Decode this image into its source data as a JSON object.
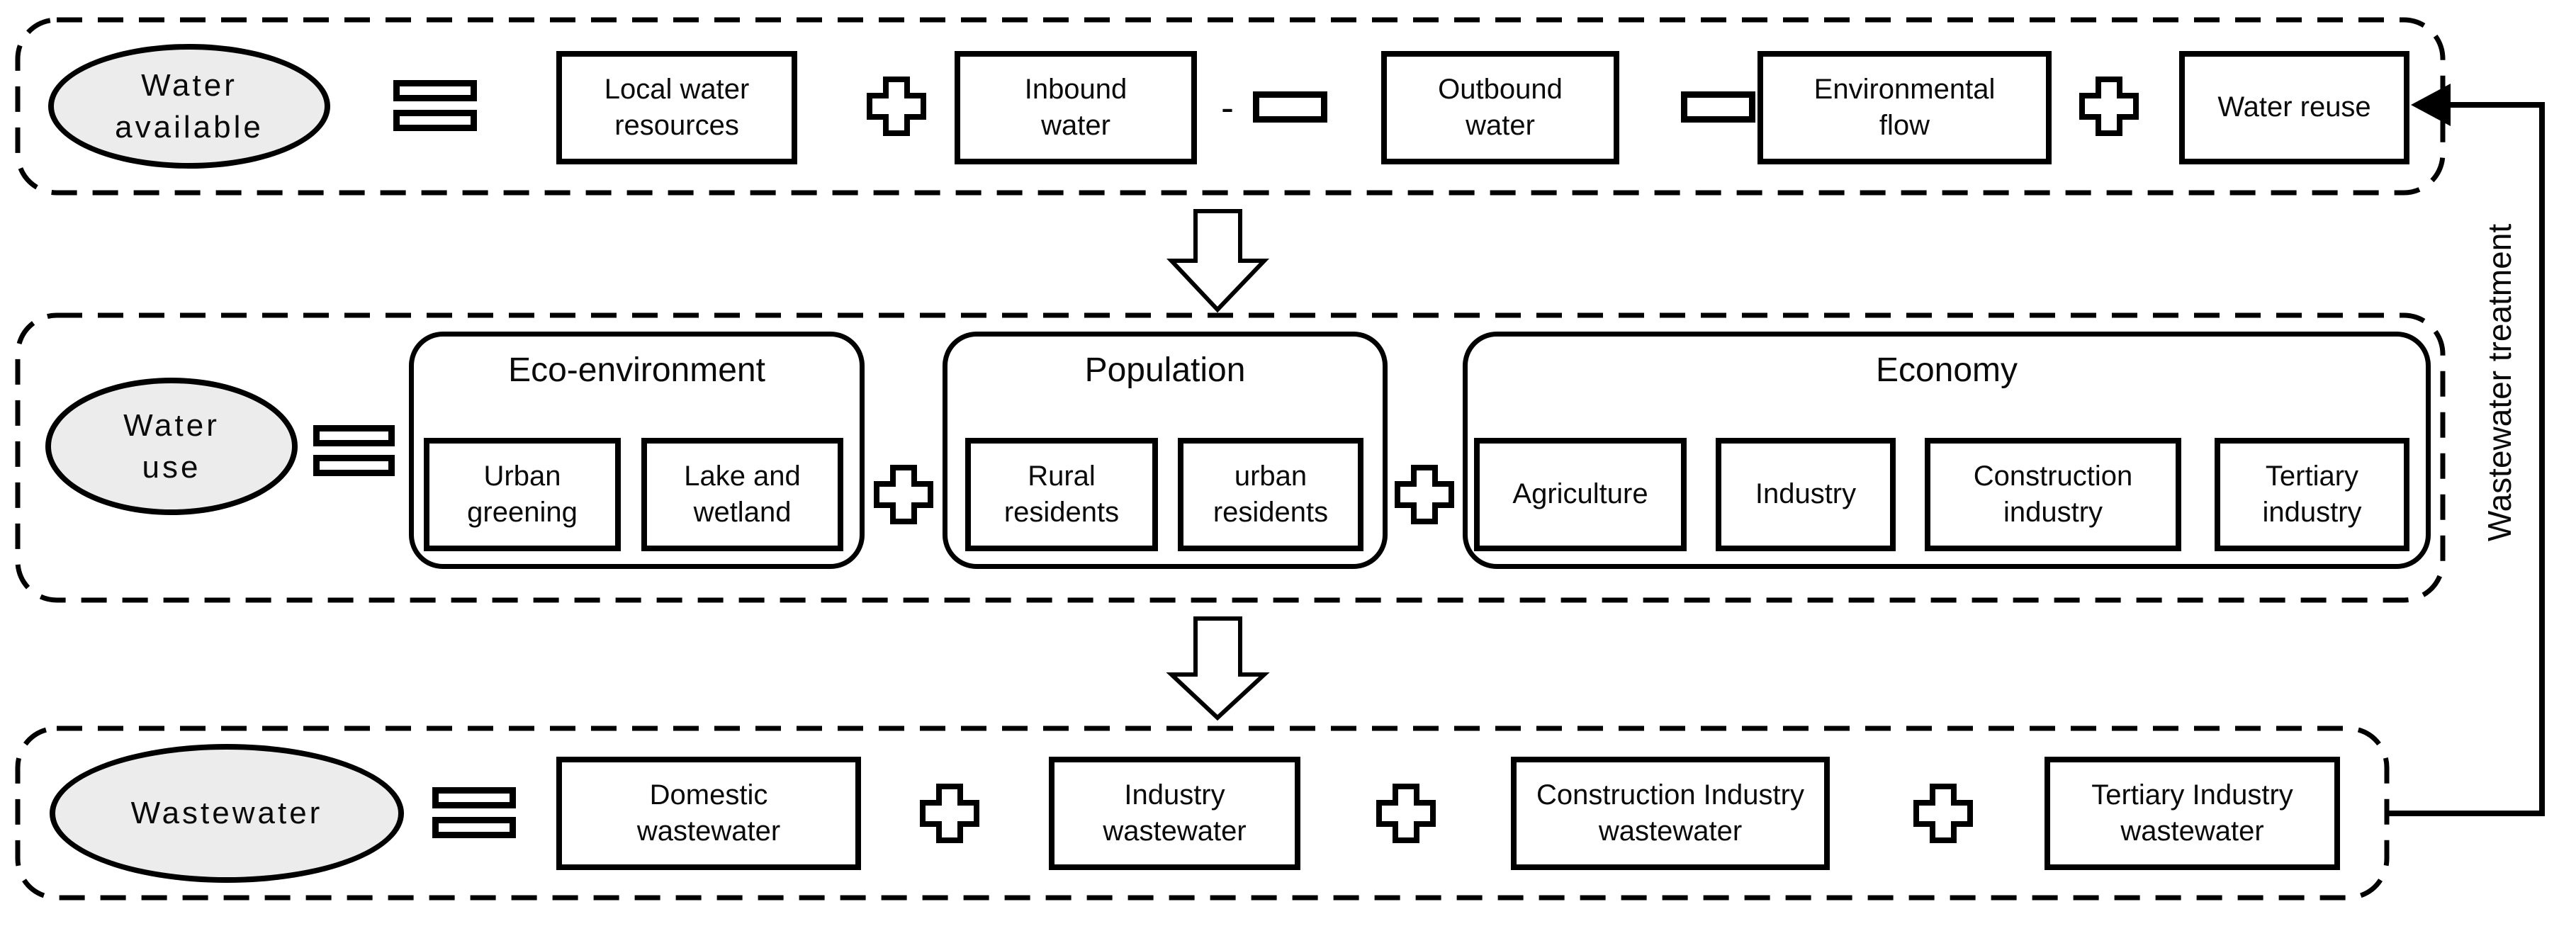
{
  "colors": {
    "ink": "#000000",
    "ellipse_fill": "#ececec",
    "background": "#ffffff"
  },
  "row_available": {
    "subject": "Water available",
    "operator_equals": "=",
    "hyphen": "-",
    "operators_between": [
      "+",
      "-",
      "-",
      "+"
    ],
    "items": [
      {
        "label": "Local water resources"
      },
      {
        "label": "Inbound water"
      },
      {
        "label": "Outbound water"
      },
      {
        "label": "Environmental flow"
      },
      {
        "label": "Water reuse"
      }
    ]
  },
  "row_use": {
    "subject": "Water use",
    "operator_equals": "=",
    "operators_between": [
      "+",
      "+"
    ],
    "groups": [
      {
        "title": "Eco-environment",
        "children": [
          {
            "label": "Urban greening"
          },
          {
            "label": "Lake and wetland"
          }
        ]
      },
      {
        "title": "Population",
        "children": [
          {
            "label": "Rural residents"
          },
          {
            "label": "urban residents"
          }
        ]
      },
      {
        "title": "Economy",
        "children": [
          {
            "label": "Agriculture"
          },
          {
            "label": "Industry"
          },
          {
            "label": "Construction industry"
          },
          {
            "label": "Tertiary industry"
          }
        ]
      }
    ]
  },
  "row_wastewater": {
    "subject": "Wastewater",
    "operator_equals": "=",
    "operators_between": [
      "+",
      "+",
      "+"
    ],
    "items": [
      {
        "label": "Domestic wastewater"
      },
      {
        "label": "Industry wastewater"
      },
      {
        "label": "Construction Industry wastewater"
      },
      {
        "label": "Tertiary Industry wastewater"
      }
    ]
  },
  "side_label": "Wastewater treatment"
}
